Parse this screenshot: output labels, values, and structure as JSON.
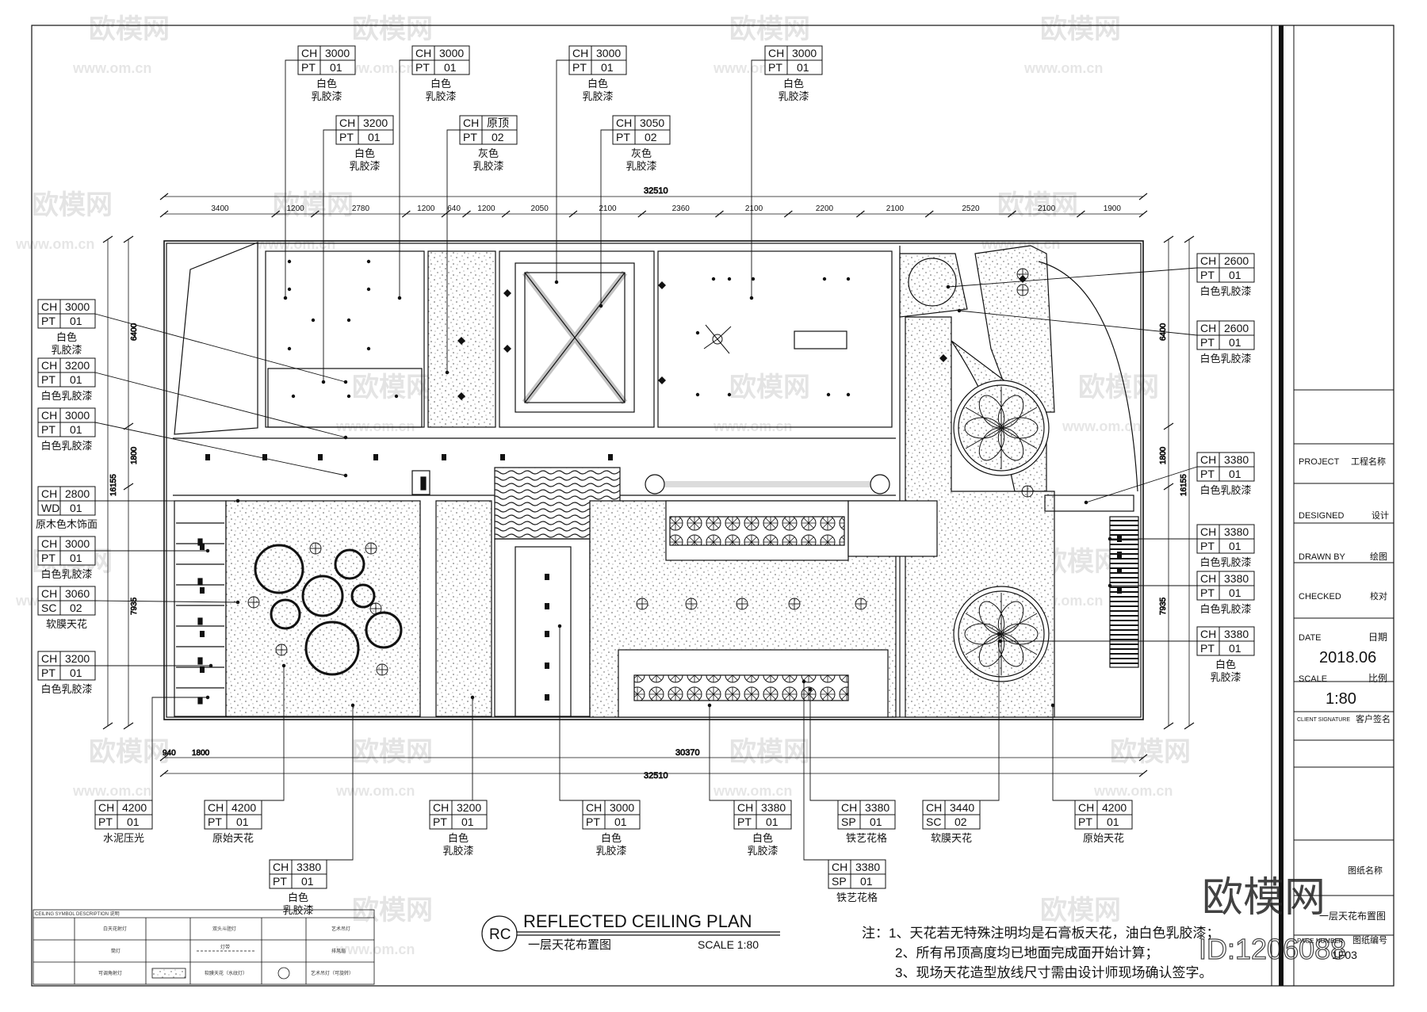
{
  "watermark": {
    "brand": "欧模网",
    "site": "www.om.cn",
    "short": "om.cn",
    "id_label": "ID:1206088"
  },
  "dimensions": {
    "total": "32510",
    "total_bottom": "32510",
    "inner_bottom": "30370",
    "bottom_left_a": "940",
    "bottom_left_b": "1800",
    "top_segments": [
      "3400",
      "1200",
      "2780",
      "1200",
      "640",
      "1200",
      "2050",
      "2100",
      "2360",
      "2100",
      "2200",
      "2100",
      "2520",
      "2100",
      "1900"
    ],
    "left_a": "6400",
    "left_b": "1800",
    "left_c": "7935",
    "left_total": "16155",
    "right_a": "6400",
    "right_b": "1800",
    "right_c": "7935",
    "right_total": "16155"
  },
  "tags": {
    "t1": {
      "r1": [
        "CH",
        "3000"
      ],
      "r2": [
        "PT",
        "01"
      ],
      "n1": "白色",
      "n2": "乳胶漆"
    },
    "t2": {
      "r1": [
        "CH",
        "3000"
      ],
      "r2": [
        "PT",
        "01"
      ],
      "n1": "白色",
      "n2": "乳胶漆"
    },
    "t3": {
      "r1": [
        "CH",
        "3000"
      ],
      "r2": [
        "PT",
        "01"
      ],
      "n1": "白色",
      "n2": "乳胶漆"
    },
    "t4": {
      "r1": [
        "CH",
        "3000"
      ],
      "r2": [
        "PT",
        "01"
      ],
      "n1": "白色",
      "n2": "乳胶漆"
    },
    "t5": {
      "r1": [
        "CH",
        "3200"
      ],
      "r2": [
        "PT",
        "01"
      ],
      "n1": "白色",
      "n2": "乳胶漆"
    },
    "t6": {
      "r1": [
        "CH",
        "原顶"
      ],
      "r2": [
        "PT",
        "02"
      ],
      "n1": "灰色",
      "n2": "乳胶漆"
    },
    "t7": {
      "r1": [
        "CH",
        "3050"
      ],
      "r2": [
        "PT",
        "02"
      ],
      "n1": "灰色",
      "n2": "乳胶漆"
    },
    "l1": {
      "r1": [
        "CH",
        "3000"
      ],
      "r2": [
        "PT",
        "01"
      ],
      "n1": "白色",
      "n2": "乳胶漆"
    },
    "l2": {
      "r1": [
        "CH",
        "3200"
      ],
      "r2": [
        "PT",
        "01"
      ],
      "n1": "白色乳胶漆"
    },
    "l3": {
      "r1": [
        "CH",
        "3000"
      ],
      "r2": [
        "PT",
        "01"
      ],
      "n1": "白色乳胶漆"
    },
    "l4": {
      "r1": [
        "CH",
        "2800"
      ],
      "r2": [
        "WD",
        "01"
      ],
      "n1": "原木色木饰面"
    },
    "l5": {
      "r1": [
        "CH",
        "3000"
      ],
      "r2": [
        "PT",
        "01"
      ],
      "n1": "白色乳胶漆"
    },
    "l6": {
      "r1": [
        "CH",
        "3060"
      ],
      "r2": [
        "SC",
        "02"
      ],
      "n1": "软膜天花"
    },
    "l7": {
      "r1": [
        "CH",
        "3200"
      ],
      "r2": [
        "PT",
        "01"
      ],
      "n1": "白色乳胶漆"
    },
    "r1": {
      "r1": [
        "CH",
        "2600"
      ],
      "r2": [
        "PT",
        "01"
      ],
      "n1": "白色乳胶漆"
    },
    "r2": {
      "r1": [
        "CH",
        "2600"
      ],
      "r2": [
        "PT",
        "01"
      ],
      "n1": "白色乳胶漆"
    },
    "r3": {
      "r1": [
        "CH",
        "3380"
      ],
      "r2": [
        "PT",
        "01"
      ],
      "n1": "白色乳胶漆"
    },
    "r4": {
      "r1": [
        "CH",
        "3380"
      ],
      "r2": [
        "PT",
        "01"
      ],
      "n1": "白色乳胶漆"
    },
    "r5": {
      "r1": [
        "CH",
        "3380"
      ],
      "r2": [
        "PT",
        "01"
      ],
      "n1": "白色乳胶漆"
    },
    "r6": {
      "r1": [
        "CH",
        "3380"
      ],
      "r2": [
        "PT",
        "01"
      ],
      "n1": "白色",
      "n2": "乳胶漆"
    },
    "b1": {
      "r1": [
        "CH",
        "4200"
      ],
      "r2": [
        "PT",
        "01"
      ],
      "n1": "水泥压光"
    },
    "b2": {
      "r1": [
        "CH",
        "4200"
      ],
      "r2": [
        "PT",
        "01"
      ],
      "n1": "原始天花"
    },
    "b3": {
      "r1": [
        "CH",
        "3200"
      ],
      "r2": [
        "PT",
        "01"
      ],
      "n1": "白色",
      "n2": "乳胶漆"
    },
    "b4": {
      "r1": [
        "CH",
        "3000"
      ],
      "r2": [
        "PT",
        "01"
      ],
      "n1": "白色",
      "n2": "乳胶漆"
    },
    "b5": {
      "r1": [
        "CH",
        "3380"
      ],
      "r2": [
        "PT",
        "01"
      ],
      "n1": "白色",
      "n2": "乳胶漆"
    },
    "b6": {
      "r1": [
        "CH",
        "3380"
      ],
      "r2": [
        "SP",
        "01"
      ],
      "n1": "铁艺花格"
    },
    "b7": {
      "r1": [
        "CH",
        "3440"
      ],
      "r2": [
        "SC",
        "02"
      ],
      "n1": "软膜天花"
    },
    "b8": {
      "r1": [
        "CH",
        "4200"
      ],
      "r2": [
        "PT",
        "01"
      ],
      "n1": "原始天花"
    },
    "b9": {
      "r1": [
        "CH",
        "3380"
      ],
      "r2": [
        "PT",
        "01"
      ],
      "n1": "白色",
      "n2": "乳胶漆"
    },
    "b10": {
      "r1": [
        "CH",
        "3380"
      ],
      "r2": [
        "SP",
        "01"
      ],
      "n1": "铁艺花格"
    }
  },
  "plan_title": {
    "badge": "RC",
    "title": "REFLECTED CEILING PLAN",
    "subtitle": "一层天花布置图",
    "scale": "SCALE 1:80"
  },
  "notes": [
    "注：1、天花若无特殊注明均是石膏板天花，油白色乳胶漆；",
    "2、所有吊顶高度均已地面完成面开始计算；",
    "3、现场天花造型放线尺寸需由设计师现场确认签字。"
  ],
  "title_block": {
    "project_en": "PROJECT",
    "project_cn": "工程名称",
    "designed_en": "DESIGNED",
    "designed_cn": "设计",
    "drawn_en": "DRAWN BY",
    "drawn_cn": "绘图",
    "checked_en": "CHECKED",
    "checked_cn": "校对",
    "date_en": "DATE",
    "date_cn": "日期",
    "date_value": "2018.06",
    "scale_en": "SCALE",
    "scale_cn": "比例",
    "scale_value": "1:80",
    "client_en": "CLIENT SIGNATURE",
    "client_cn": "客户签名",
    "title_cn_fragment": "图纸名称",
    "title_value_fragment": "一层天花布置图",
    "page_en": "PAGE NUMBER",
    "page_cn": "图纸编号",
    "page_value": "1F03"
  },
  "legend": {
    "head_symbol": "CEILING SYMBOL",
    "head_desc": "DESCRIPTION 说明",
    "rows": [
      {
        "a": "白天花射灯",
        "b": "双头斗胆灯",
        "c": "艺术吊灯"
      },
      {
        "a": "筒灯",
        "b": "灯带",
        "c": "排风扇"
      },
      {
        "a": "可调角射灯",
        "b": "软膜天花（水纹灯）",
        "c": "艺术吊灯（可旋转）"
      }
    ]
  },
  "colors": {
    "line": "#111111",
    "watermark": "#c9c9c9",
    "stipple": "#555555"
  }
}
